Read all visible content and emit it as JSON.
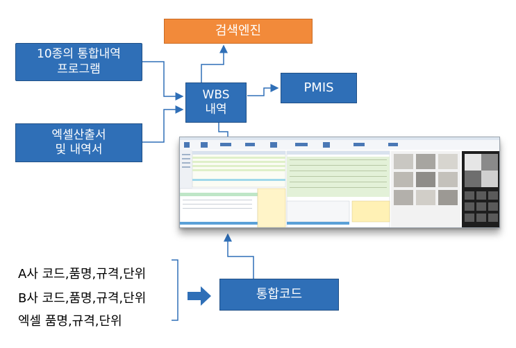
{
  "boxes": {
    "search_engine": "검색엔진",
    "integrated_programs": "10종의 통합내역\n프로그램",
    "wbs": "WBS\n내역",
    "pmis": "PMIS",
    "excel_estimates": "엑셀산출서\n및 내역서",
    "integrated_code": "통합코드"
  },
  "inputs": [
    "A사 코드,품명,규격,단위",
    "B사 코드,품명,규격,단위",
    "엑셀 품명,규격,단위"
  ],
  "colors": {
    "box_blue": "#2f6fb7",
    "box_orange": "#f28a3a",
    "line_blue": "#2f6fb7"
  }
}
